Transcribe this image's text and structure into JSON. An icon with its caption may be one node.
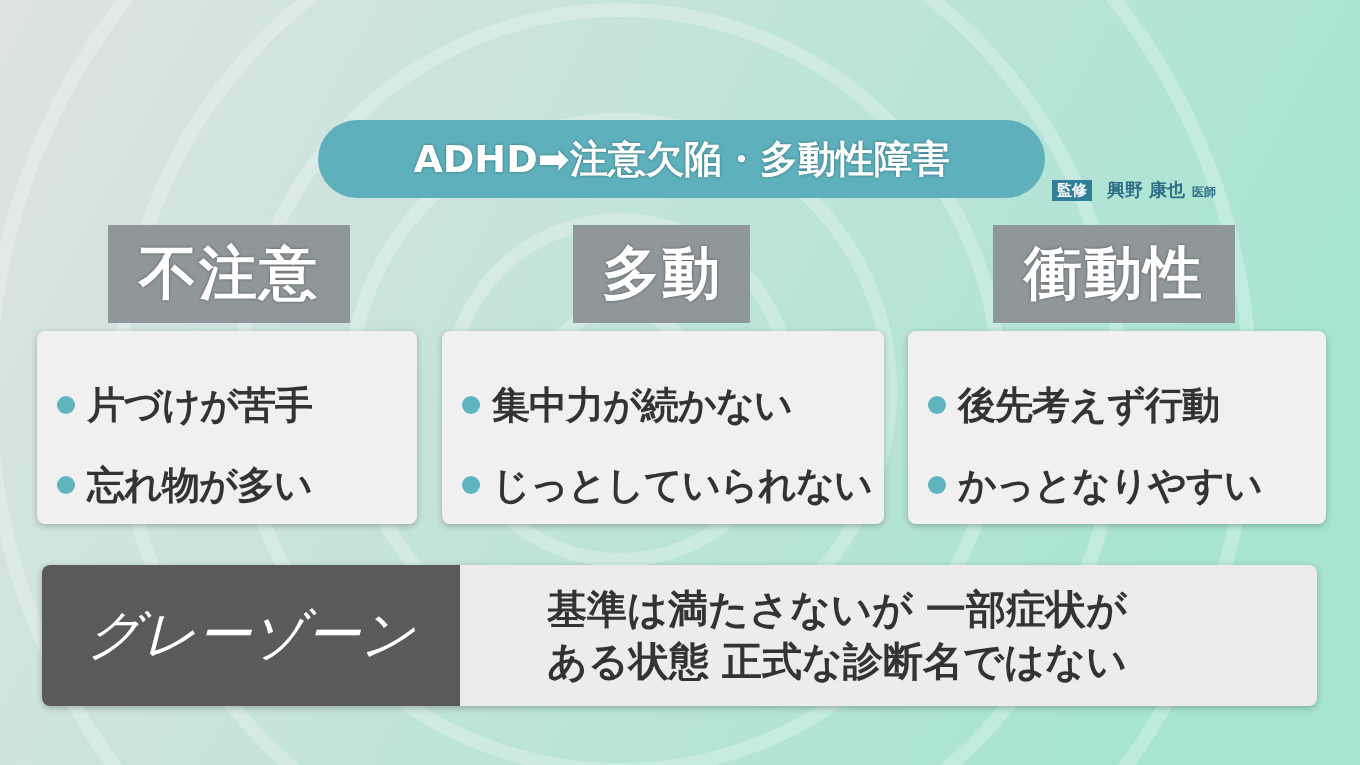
{
  "diagram": {
    "title": "ADHD➡注意欠陥・多動性障害",
    "nodes": [
      {
        "text": [
          "不注意"
        ]
      },
      {
        "text": [
          "片づけが苦手",
          "忘れ物が多い"
        ]
      },
      {
        "text": [
          "多動"
        ]
      },
      {
        "text": [
          "集中力が続かない",
          "じっとしていられない"
        ]
      },
      {
        "text": [
          "衝動性"
        ]
      },
      {
        "text": [
          "後先考えず行動",
          "かっとなりやすい"
        ]
      },
      {
        "text": [
          "グレーゾーン",
          "基準は満たさないが 一部症状がある状態 正式な診断名ではない"
        ]
      }
    ],
    "edges": [],
    "labels": [
      "監修",
      "興野 康也",
      "医師"
    ]
  }
}
